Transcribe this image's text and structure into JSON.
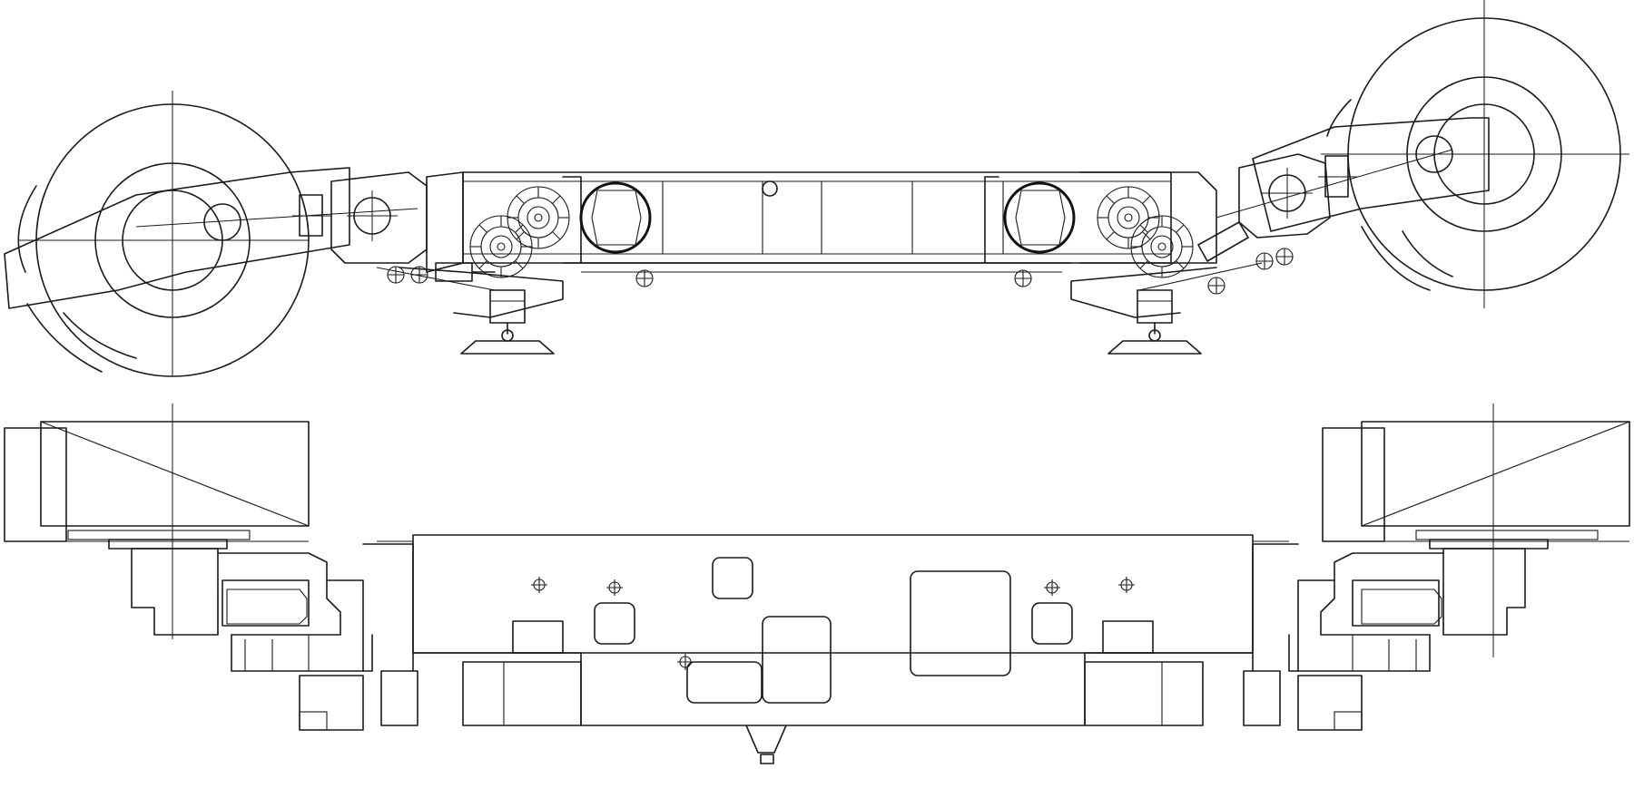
{
  "drawing": {
    "views": [
      {
        "id": "side-view",
        "components": [
          "drum",
          "ranging-arm",
          "gear",
          "hydraulic-cylinder",
          "support-shoe",
          "frame-body",
          "pin"
        ]
      },
      {
        "id": "top-view",
        "components": [
          "drum-housing",
          "gearbox",
          "frame-body",
          "access-cover",
          "pin"
        ]
      }
    ],
    "stroke_color": "#1a1a1a",
    "background_color": "#ffffff"
  }
}
